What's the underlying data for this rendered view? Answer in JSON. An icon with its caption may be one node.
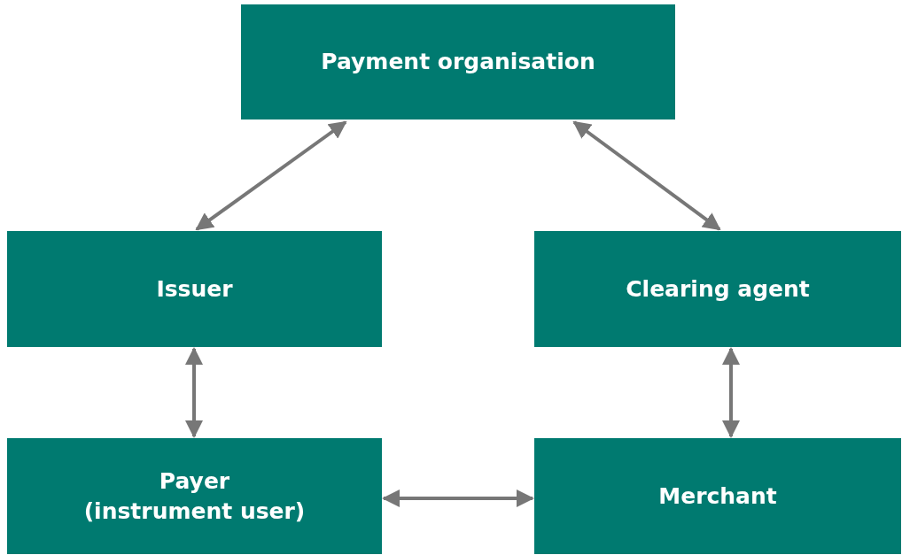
{
  "diagram": {
    "nodes": [
      {
        "text": [
          "Payment organisation"
        ]
      },
      {
        "text": [
          "Issuer"
        ]
      },
      {
        "text": [
          "Clearing agent"
        ]
      },
      {
        "text": [
          "Payer",
          "(instrument user)"
        ]
      },
      {
        "text": [
          "Merchant"
        ]
      }
    ],
    "edges": [
      {
        "from": 0,
        "to": 1,
        "arrow": "both"
      },
      {
        "from": 0,
        "to": 2,
        "arrow": "both"
      },
      {
        "from": 1,
        "to": 3,
        "arrow": "both"
      },
      {
        "from": 2,
        "to": 4,
        "arrow": "both"
      },
      {
        "from": 3,
        "to": 4,
        "arrow": "both"
      }
    ]
  }
}
